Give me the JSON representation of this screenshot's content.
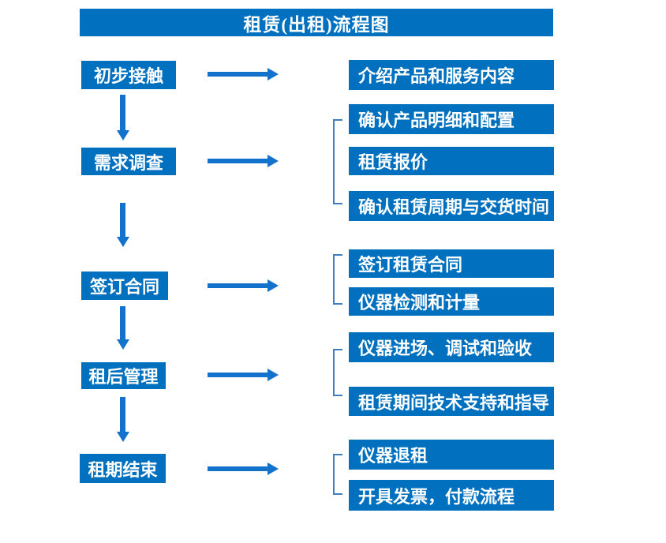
{
  "title": "租赁(出租)流程图",
  "colors": {
    "primary_blue": "#0170BE",
    "arrow_blue": "#1373CC",
    "bracket_blue": "#3F7FC1",
    "text_white": "#FFFFFF"
  },
  "flow": [
    {
      "step": "初步接触",
      "details": [
        "介绍产品和服务内容"
      ]
    },
    {
      "step": "需求调查",
      "details": [
        "确认产品明细和配置",
        "租赁报价",
        "确认租赁周期与交货时间"
      ]
    },
    {
      "step": "签订合同",
      "details": [
        "签订租赁合同",
        "仪器检测和计量"
      ]
    },
    {
      "step": "租后管理",
      "details": [
        "仪器进场、调试和验收",
        "租赁期间技术支持和指导"
      ]
    },
    {
      "step": "租期结束",
      "details": [
        "仪器退租",
        "开具发票，付款流程"
      ]
    }
  ]
}
